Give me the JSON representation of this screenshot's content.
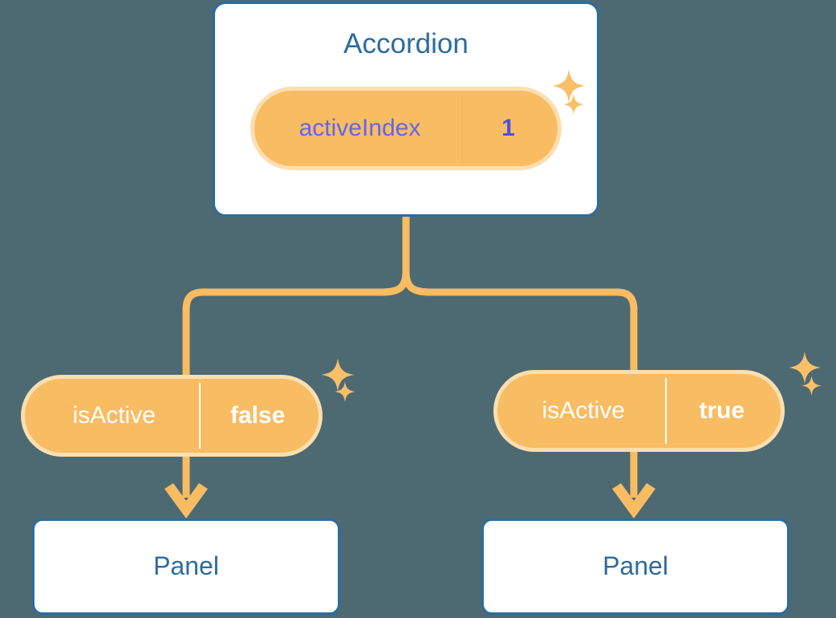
{
  "diagram": {
    "type": "component-state-tree",
    "background_color": "#4d6a72",
    "accent_orange": "#f8bc63",
    "accent_orange_soft": "#fbdfb0",
    "accent_blue": "#2b6d9e",
    "accent_purple": "#6063dd",
    "root": {
      "title": "Accordion",
      "state": {
        "key": "activeIndex",
        "value": "1"
      }
    },
    "children": [
      {
        "title": "Panel",
        "state": {
          "key": "isActive",
          "value": "false"
        }
      },
      {
        "title": "Panel",
        "state": {
          "key": "isActive",
          "value": "true"
        }
      }
    ],
    "icons": {
      "sparkle": "sparkle-icon"
    }
  }
}
